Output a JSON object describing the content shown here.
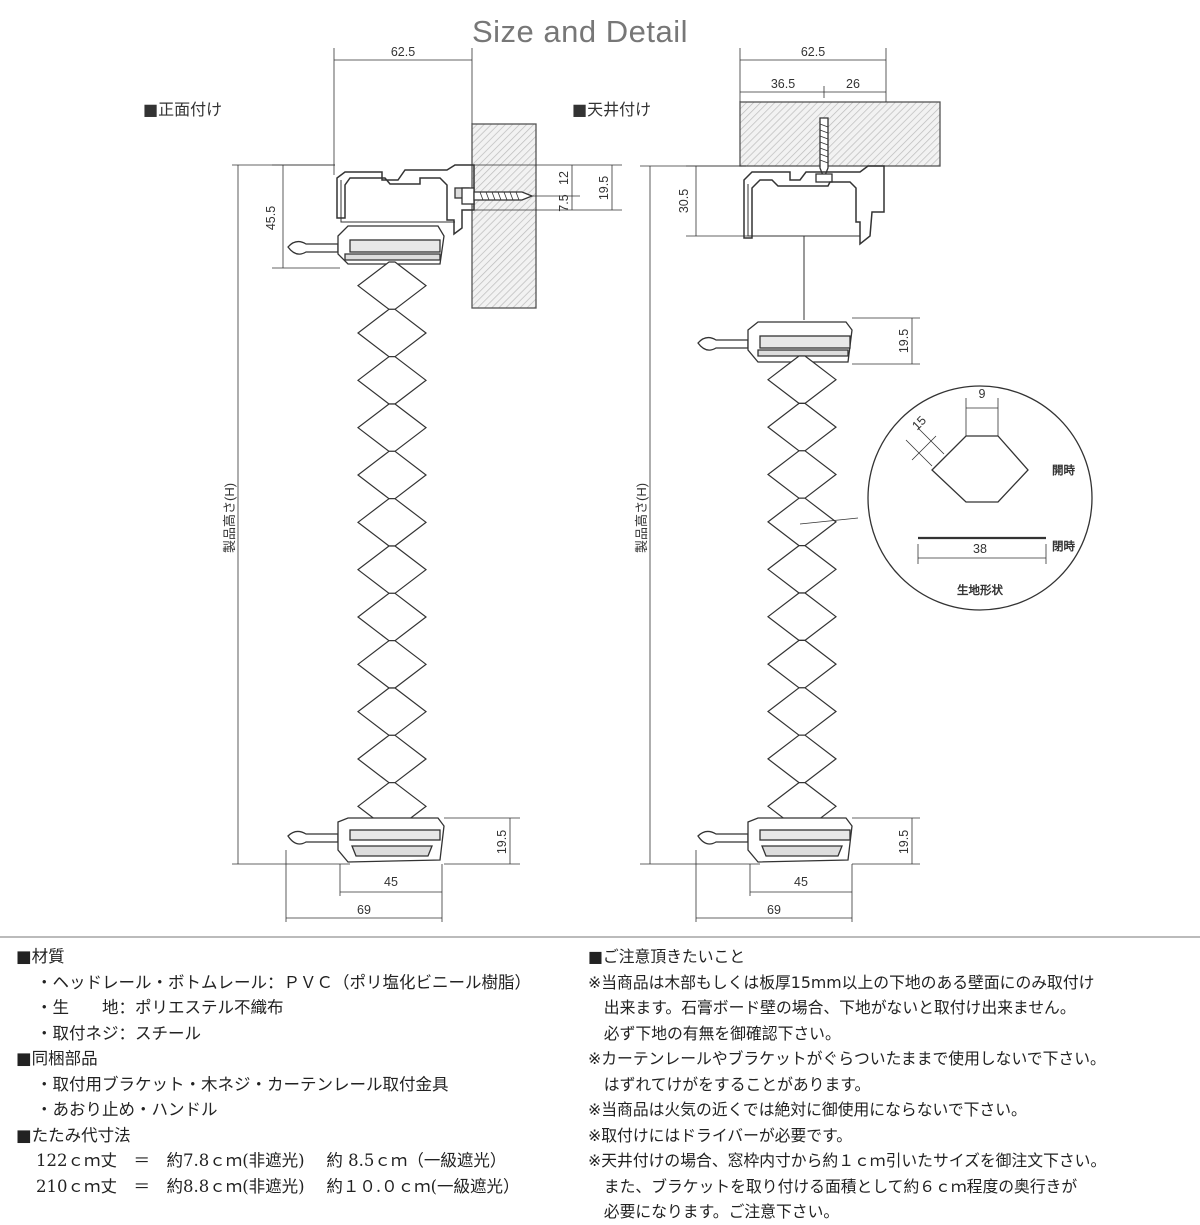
{
  "title": "Size and Detail",
  "views": {
    "front": {
      "label": "■正面付け",
      "dims": {
        "top_width": "62.5",
        "head_height": "45.5",
        "screw_7": "7.5",
        "screw_12": "12",
        "screw_19": "19.5",
        "height_label": "製品高さ(H)",
        "bottom_height": "19.5",
        "rail_45": "45",
        "rail_69": "69"
      }
    },
    "ceiling": {
      "label": "■天井付け",
      "dims": {
        "top_width": "62.5",
        "w_365": "36.5",
        "w_26": "26",
        "head_height": "30.5",
        "mid_height": "19.5",
        "height_label": "製品高さ(H)",
        "bottom_height": "19.5",
        "rail_45": "45",
        "rail_69": "69"
      }
    },
    "detail": {
      "cell_15": "15",
      "cell_9": "9",
      "open_label": "開時",
      "flat_38": "38",
      "closed_label": "閉時",
      "caption": "生地形状"
    }
  },
  "info_left": {
    "materials_heading": "■材質",
    "materials": [
      "・ヘッドレール・ボトムレール：ＰＶＣ（ポリ塩化ビニール樹脂）",
      "・生　　地：ポリエステル不織布",
      "・取付ネジ：スチール"
    ],
    "bundled_heading": "■同梱部品",
    "bundled": [
      "・取付用ブラケット・木ネジ・カーテンレール取付金具",
      "・あおり止め・ハンドル"
    ],
    "folded_heading": "■たたみ代寸法",
    "folded": [
      "122ｃｍ丈　＝　約7.8ｃｍ(非遮光)　 約 8.5ｃｍ（一級遮光）",
      "210ｃｍ丈　＝　約8.8ｃｍ(非遮光)　 約１０.０ｃｍ(一級遮光）"
    ]
  },
  "info_right": {
    "heading": "■ご注意頂きたいこと",
    "notes": [
      "※当商品は木部もしくは板厚15mm以上の下地のある壁面にのみ取付け",
      "　出来ます。石膏ボード壁の場合、下地がないと取付け出来ません。",
      "　必ず下地の有無を御確認下さい。",
      "※カーテンレールやブラケットがぐらついたままで使用しないで下さい。",
      "　はずれてけがをすることがあります。",
      "※当商品は火気の近くでは絶対に御使用にならないで下さい。",
      "※取付けにはドライバーが必要です。",
      "※天井付けの場合、窓枠内寸から約１ｃｍ引いたサイズを御注文下さい。",
      "　また、ブラケットを取り付ける面積として約６ｃｍ程度の奥行きが",
      "　必要になります。ご注意下さい。"
    ]
  }
}
